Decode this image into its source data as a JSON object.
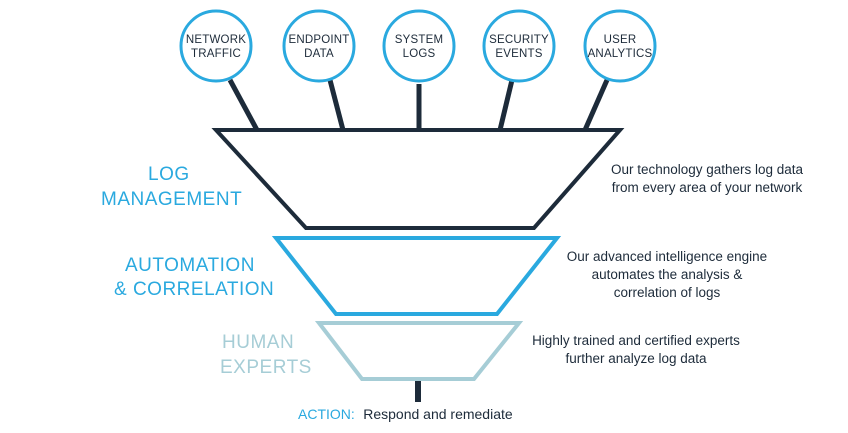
{
  "colors": {
    "dark": "#1d2b3a",
    "blue": "#2aa9df",
    "light": "#a6cdd6"
  },
  "sources": [
    {
      "icon": "network-traffic-icon",
      "line1": "NETWORK",
      "line2": "TRAFFIC"
    },
    {
      "icon": "endpoint-data-icon",
      "line1": "ENDPOINT",
      "line2": "DATA"
    },
    {
      "icon": "system-logs-icon",
      "line1": "SYSTEM",
      "line2": "LOGS"
    },
    {
      "icon": "security-events-icon",
      "line1": "SECURITY",
      "line2": "EVENTS"
    },
    {
      "icon": "user-analytics-icon",
      "line1": "USER",
      "line2": "ANALYTICS"
    }
  ],
  "stages": [
    {
      "label_line1": "LOG",
      "label_line2": "MANAGEMENT",
      "desc_line1": "Our technology gathers log data",
      "desc_line2": "from every area of your network",
      "desc_line3": ""
    },
    {
      "label_line1": "AUTOMATION",
      "label_line2": "& CORRELATION",
      "desc_line1": "Our advanced intelligence engine",
      "desc_line2": "automates the analysis &",
      "desc_line3": "correlation of logs"
    },
    {
      "label_line1": "HUMAN",
      "label_line2": "EXPERTS",
      "desc_line1": "Highly trained and certified experts",
      "desc_line2": "further analyze log data",
      "desc_line3": ""
    }
  ],
  "action": {
    "key": "ACTION:",
    "text": "Respond and remediate"
  }
}
